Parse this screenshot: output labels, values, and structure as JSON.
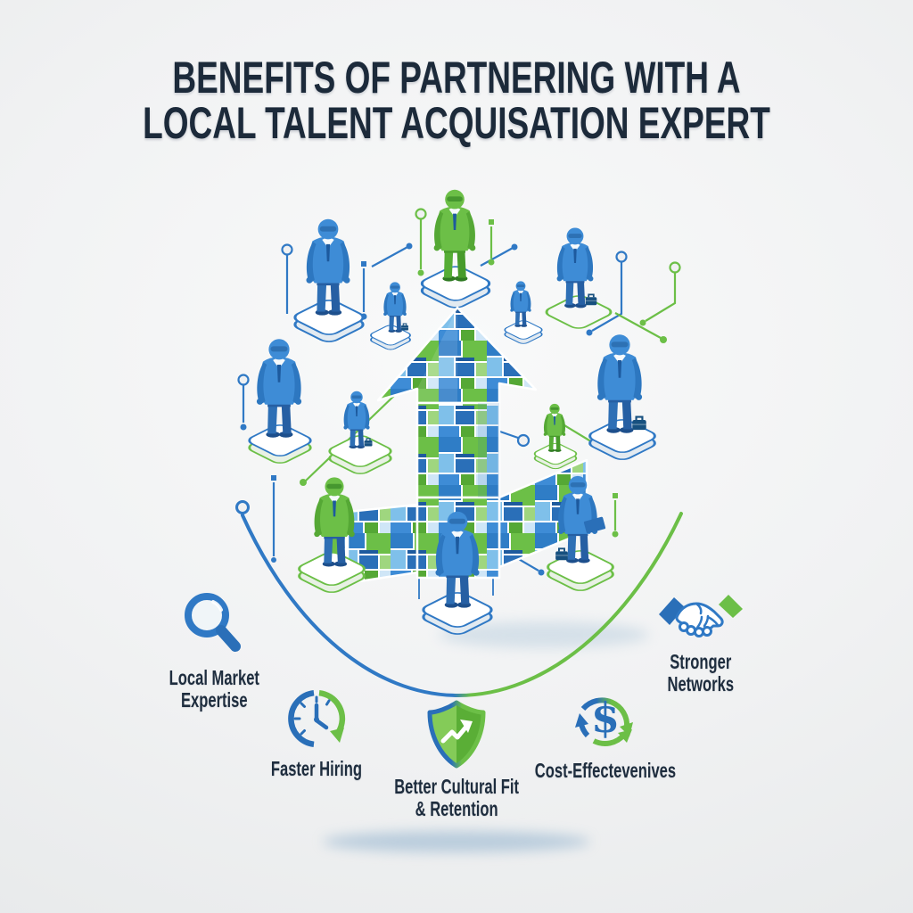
{
  "title": {
    "line1": "BENEFITS OF PARTNERING WITH A",
    "line2": "LOCAL TALENT ACQUISATION EXPERT"
  },
  "benefits": [
    {
      "id": "local-market-expertise",
      "icon": "magnifier-icon",
      "label_lines": [
        "Local Market",
        "Expertise"
      ]
    },
    {
      "id": "faster-hiring",
      "icon": "clock-cycle-icon",
      "label_lines": [
        "Faster Hiring"
      ]
    },
    {
      "id": "better-cultural-fit-retention",
      "icon": "shield-growth-icon",
      "label_lines": [
        "Better Cultural Fit",
        "& Retention"
      ]
    },
    {
      "id": "cost-effectiveness",
      "icon": "dollar-cycle-icon",
      "label_lines": [
        "Cost-Effectevenives"
      ]
    },
    {
      "id": "stronger-networks",
      "icon": "handshake-icon",
      "label_lines": [
        "Stronger",
        "Networks"
      ]
    }
  ],
  "illustration": {
    "motif": "isometric talent network around a mosaic growth arrow",
    "people_blue": 9,
    "people_green": 3,
    "platform_count": 12
  },
  "colors": {
    "blue": "#3079C5",
    "blue_dark": "#2A6FB8",
    "green": "#6CBF47",
    "green_dark": "#55A835",
    "navy": "#1C2A3A",
    "background": "#F0F1F2"
  }
}
